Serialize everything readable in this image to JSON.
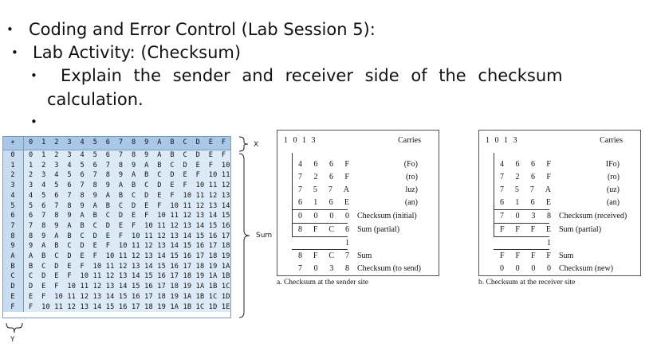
{
  "bullets": [
    "Coding and Error Control (Lab Session 5):",
    "Lab Activity: (Checksum)",
    "Explain the sender and receiver side of the checksum",
    "calculation."
  ],
  "bullet_glyph": "•",
  "hex_table": {
    "corner": "+",
    "header": "0  1  2  3  4  5  6  7  8  9  A  B  C  D  E  F",
    "rows": [
      {
        "h": "0",
        "v": "0  1  2  3  4  5  6  7  8  9  A  B  C  D  E  F"
      },
      {
        "h": "1",
        "v": "1  2  3  4  5  6  7  8  9  A  B  C  D  E  F  10"
      },
      {
        "h": "2",
        "v": "2  3  4  5  6  7  8  9  A  B  C  D  E  F  10 11"
      },
      {
        "h": "3",
        "v": "3  4  5  6  7  8  9  A  B  C  D  E  F  10 11 12"
      },
      {
        "h": "4",
        "v": "4  5  6  7  8  9  A  B  C  D  E  F  10 11 12 13"
      },
      {
        "h": "5",
        "v": "5  6  7  8  9  A  B  C  D  E  F  10 11 12 13 14"
      },
      {
        "h": "6",
        "v": "6  7  8  9  A  B  C  D  E  F  10 11 12 13 14 15"
      },
      {
        "h": "7",
        "v": "7  8  9  A  B  C  D  E  F  10 11 12 13 14 15 16"
      },
      {
        "h": "8",
        "v": "8  9  A  B  C  D  E  F  10 11 12 13 14 15 16 17"
      },
      {
        "h": "9",
        "v": "9  A  B  C  D  E  F  10 11 12 13 14 15 16 17 18"
      },
      {
        "h": "A",
        "v": "A  B  C  D  E  F  10 11 12 13 14 15 16 17 18 19"
      },
      {
        "h": "B",
        "v": "B  C  D  E  F  10 11 12 13 14 15 16 17 18 19 1A"
      },
      {
        "h": "C",
        "v": "C  D  E  F  10 11 12 13 14 15 16 17 18 19 1A 1B"
      },
      {
        "h": "D",
        "v": "D  E  F  10 11 12 13 14 15 16 17 18 19 1A 1B 1C"
      },
      {
        "h": "E",
        "v": "E  F  10 11 12 13 14 15 16 17 18 19 1A 1B 1C 1D"
      },
      {
        "h": "F",
        "v": "F  10 11 12 13 14 15 16 17 18 19 1A 1B 1C 1D 1E"
      }
    ],
    "x_label": "X",
    "y_label": "Y",
    "sum_label": "Sum"
  },
  "sender": {
    "carries_digits": "1  0  1  3",
    "carries_label": "Carries",
    "rows": [
      {
        "d": [
          "4",
          "6",
          "6",
          "F"
        ],
        "l": "(Fo)"
      },
      {
        "d": [
          "7",
          "2",
          "6",
          "F"
        ],
        "l": "(ro)"
      },
      {
        "d": [
          "7",
          "5",
          "7",
          "A"
        ],
        "l": "luz)"
      },
      {
        "d": [
          "6",
          "1",
          "6",
          "E"
        ],
        "l": "(an)"
      },
      {
        "d": [
          "0",
          "0",
          "0",
          "0"
        ],
        "l": "Checksum (initial)"
      },
      {
        "d": [
          "8",
          "F",
          "C",
          "6"
        ],
        "l": "Sum (partial)"
      },
      {
        "d": [
          "",
          "",
          "",
          "1"
        ],
        "l": ""
      },
      {
        "d": [
          "8",
          "F",
          "C",
          "7"
        ],
        "l": "Sum"
      },
      {
        "d": [
          "7",
          "0",
          "3",
          "8"
        ],
        "l": "Checksum (to send)"
      }
    ],
    "caption": "a. Checksum at the sender site"
  },
  "receiver": {
    "carries_digits": "1  0  1  3",
    "carries_label": "Carries",
    "rows": [
      {
        "d": [
          "4",
          "6",
          "6",
          "F"
        ],
        "l": "IFo)"
      },
      {
        "d": [
          "7",
          "2",
          "6",
          "F"
        ],
        "l": "(ro)"
      },
      {
        "d": [
          "7",
          "5",
          "7",
          "A"
        ],
        "l": "(uz)"
      },
      {
        "d": [
          "6",
          "1",
          "6",
          "E"
        ],
        "l": "(an)"
      },
      {
        "d": [
          "7",
          "0",
          "3",
          "8"
        ],
        "l": "Checksum (received)"
      },
      {
        "d": [
          "F",
          "F",
          "F",
          "E"
        ],
        "l": "Sum (partial)"
      },
      {
        "d": [
          "",
          "",
          "",
          "1"
        ],
        "l": ""
      },
      {
        "d": [
          "F",
          "F",
          "F",
          "F"
        ],
        "l": "Sum"
      },
      {
        "d": [
          "0",
          "0",
          "0",
          "0"
        ],
        "l": "Checksum (new)"
      }
    ],
    "caption": "b. Checksum at the receiver site"
  }
}
